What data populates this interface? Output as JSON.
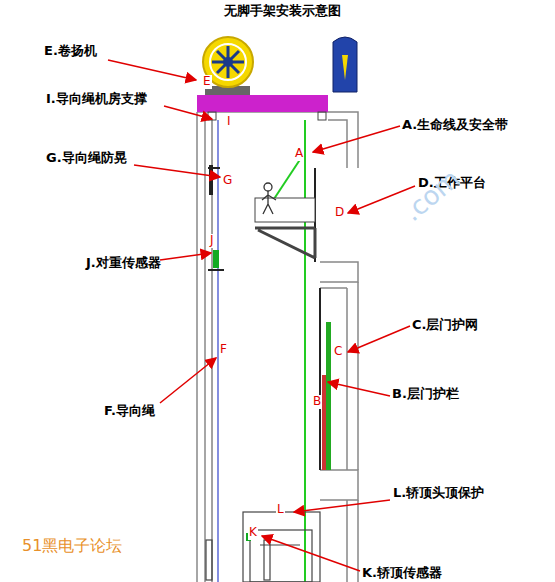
{
  "diagram": {
    "title": "无脚手架安装示意图",
    "labels": [
      "E.卷扬机",
      "I.导向绳机房支撑",
      "A.生命线及安全带",
      "G.导向绳防晃",
      "D.工作平台",
      "J.对重传感器",
      "F.导向绳",
      "C.层门护网",
      "B.层门护栏",
      "L.轿顶头顶保护",
      "K.轿顶传感器",
      "E",
      "I",
      "A",
      "G",
      "D",
      "J",
      "F",
      "C",
      "B",
      "L",
      "K",
      "51黑电子论坛",
      ".com"
    ]
  }
}
